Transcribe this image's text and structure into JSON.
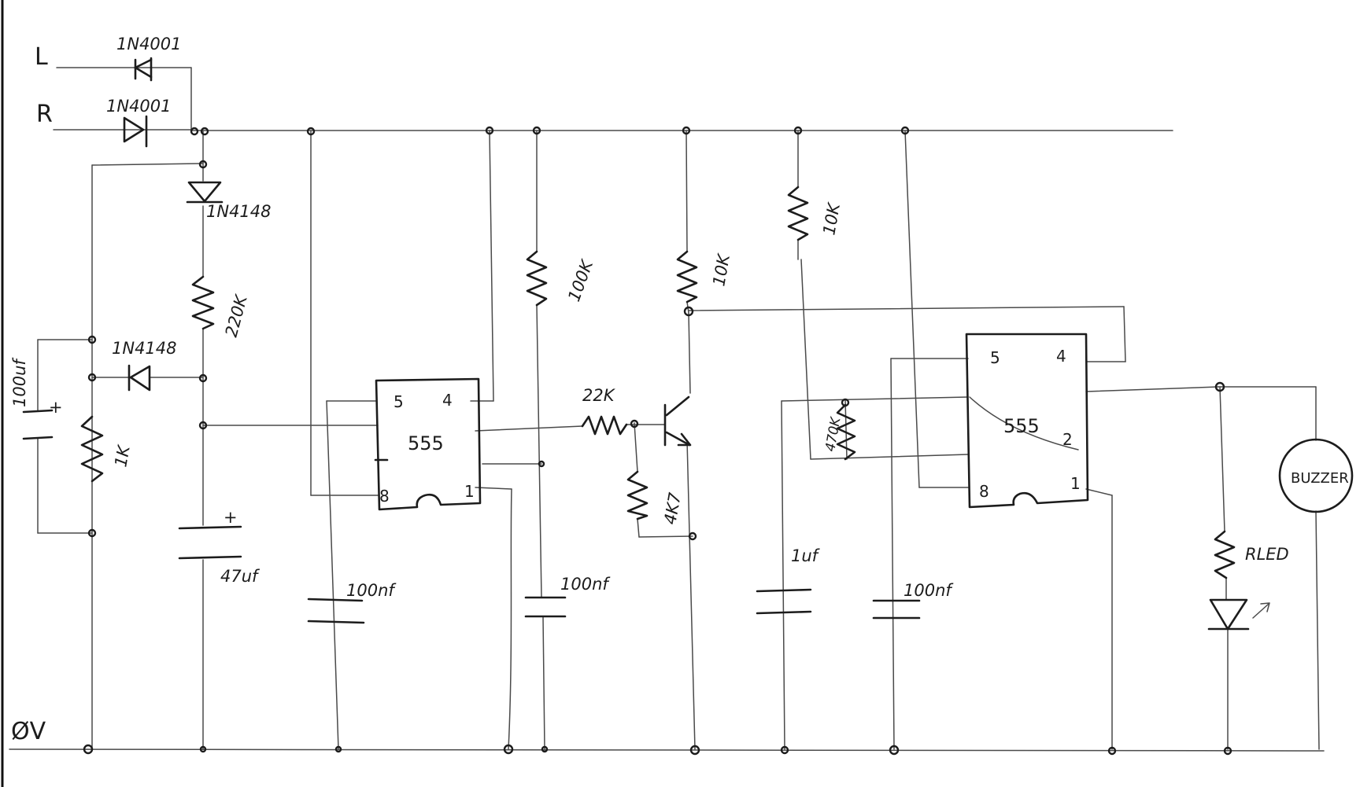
{
  "rails": {
    "left_input": "L",
    "right_input": "R",
    "ground": "ØV"
  },
  "diodes": {
    "d_left": "1N4001",
    "d_right": "1N4001",
    "d_series": "1N4148",
    "d_clamp": "1N4148"
  },
  "resistors": {
    "r_220k": "220K",
    "r_1k": "1K",
    "r_100k": "100K",
    "r_10k_a": "10K",
    "r_10k_b": "10K",
    "r_22k": "22K",
    "r_4k7": "4K7",
    "r_470k": "470K",
    "r_led": "RLED"
  },
  "capacitors": {
    "c_100uf": "100uf",
    "c_47uf": "47uf",
    "c_100nf_a": "100nf",
    "c_100nf_b": "100nf",
    "c_1uf": "1uf",
    "c_100nf_c": "100nf"
  },
  "ic1": {
    "name": "555",
    "pin5": "5",
    "pin4": "4",
    "pin8": "8",
    "pin1": "1"
  },
  "ic2": {
    "name": "555",
    "pin5": "5",
    "pin4": "4",
    "pin2": "2",
    "pin8": "8",
    "pin1": "1"
  },
  "buzzer": "BUZZER",
  "polarity": "+"
}
